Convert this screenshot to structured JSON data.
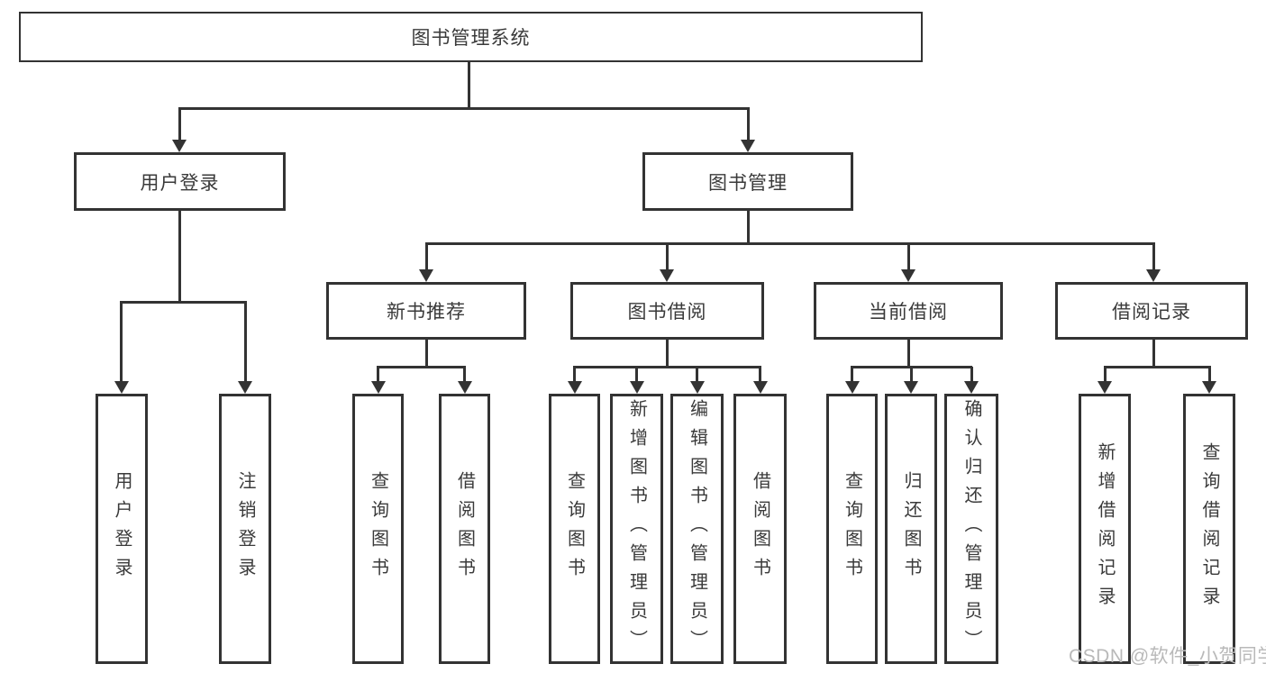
{
  "diagram": {
    "root": {
      "label": "图书管理系统"
    },
    "level2": [
      {
        "id": "user-login",
        "label": "用户登录"
      },
      {
        "id": "book-management",
        "label": "图书管理"
      }
    ],
    "level3": [
      {
        "id": "new-book-recommend",
        "label": "新书推荐",
        "parent": "图书管理"
      },
      {
        "id": "book-borrow",
        "label": "图书借阅",
        "parent": "图书管理"
      },
      {
        "id": "current-borrow",
        "label": "当前借阅",
        "parent": "图书管理"
      },
      {
        "id": "borrow-records",
        "label": "借阅记录",
        "parent": "图书管理"
      }
    ],
    "leaves": [
      {
        "parent": "用户登录",
        "label": "用户登录"
      },
      {
        "parent": "用户登录",
        "label": "注销登录"
      },
      {
        "parent": "新书推荐",
        "label": "查询图书"
      },
      {
        "parent": "新书推荐",
        "label": "借阅图书"
      },
      {
        "parent": "图书借阅",
        "label": "查询图书"
      },
      {
        "parent": "图书借阅",
        "label": "新增图书（管理员）"
      },
      {
        "parent": "图书借阅",
        "label": "编辑图书（管理员）"
      },
      {
        "parent": "图书借阅",
        "label": "借阅图书"
      },
      {
        "parent": "当前借阅",
        "label": "查询图书"
      },
      {
        "parent": "当前借阅",
        "label": "归还图书"
      },
      {
        "parent": "当前借阅",
        "label": "确认归还（管理员）"
      },
      {
        "parent": "借阅记录",
        "label": "新增借阅记录"
      },
      {
        "parent": "借阅记录",
        "label": "查询借阅记录"
      }
    ],
    "watermark": "CSDN @软件_小贺同学",
    "colors": {
      "line": "#333333",
      "text": "#3a3a3a",
      "watermark": "#b9b9b9",
      "background": "#ffffff"
    }
  }
}
